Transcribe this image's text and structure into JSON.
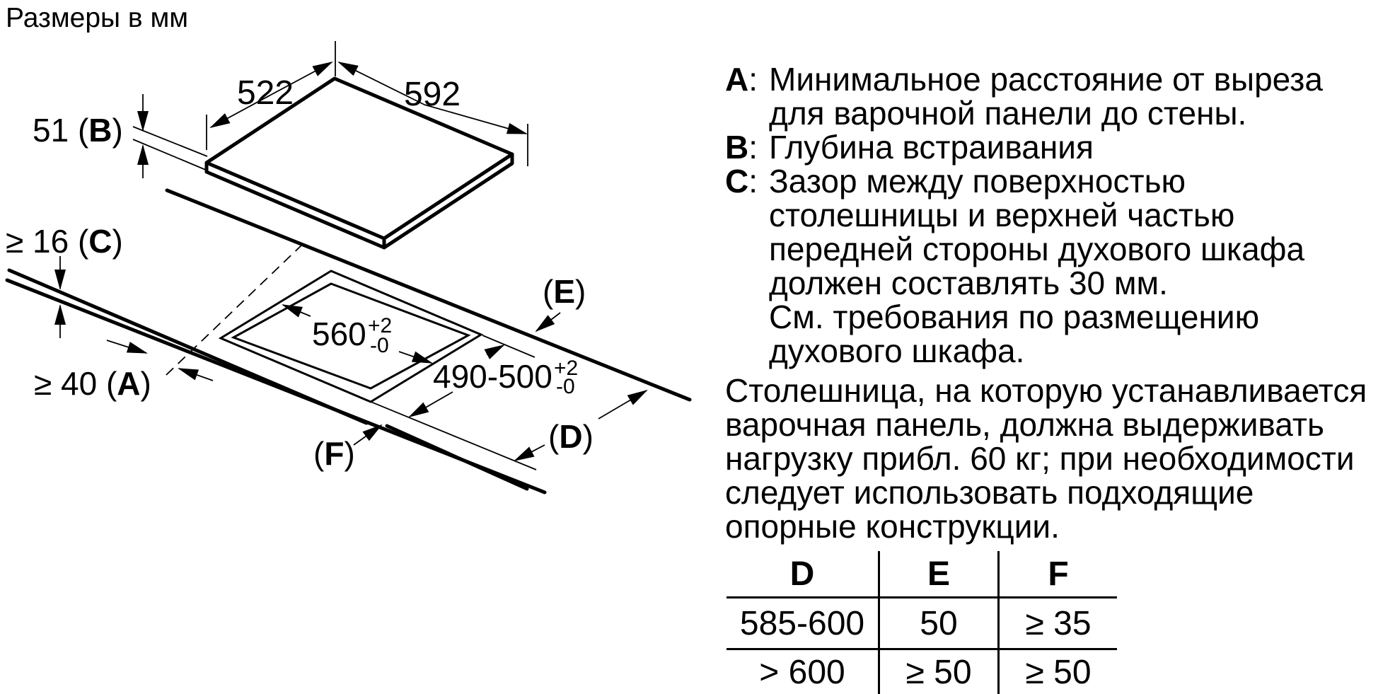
{
  "title": "Размеры в мм",
  "diagram": {
    "dims": {
      "panel_width": "522",
      "panel_depth": "592",
      "panel_thickness": {
        "prefix": "51 (",
        "letter": "B",
        "suffix": ")"
      },
      "worktop_thickness": {
        "prefix": "≥ 16 (",
        "letter": "C",
        "suffix": ")"
      },
      "wall_distance": {
        "prefix": "≥ 40 (",
        "letter": "A",
        "suffix": ")"
      },
      "cutout_width": {
        "value": "560",
        "sup": "+2",
        "sub": "-0"
      },
      "cutout_depth": {
        "value": "490-500",
        "sup": "+2",
        "sub": "-0"
      },
      "label_e": {
        "prefix": "(",
        "letter": "E",
        "suffix": ")"
      },
      "label_d": {
        "prefix": "(",
        "letter": "D",
        "suffix": ")"
      },
      "label_f": {
        "prefix": "(",
        "letter": "F",
        "suffix": ")"
      }
    }
  },
  "legend": {
    "items": [
      {
        "letter": "A",
        "colon": ":",
        "text": "Минимальное расстояние от выреза\nдля варочной панели до стены."
      },
      {
        "letter": "B",
        "colon": ":",
        "text": "Глубина встраивания"
      },
      {
        "letter": "C",
        "colon": ":",
        "text": "Зазор между поверхностью\nстолешницы и верхней частью\nпередней стороны духового шкафа\nдолжен составлять 30 мм.\nСм. требования по размещению\nдухового шкафа."
      }
    ]
  },
  "note": "Столешница, на которую устанавливается\nварочная панель, должна выдерживать\nнагрузку прибл. 60 кг; при необходимости\nследует использовать подходящие\nопорные конструкции.",
  "table": {
    "headers": [
      "D",
      "E",
      "F"
    ],
    "rows": [
      [
        "585-600",
        "50",
        "≥ 35"
      ],
      [
        "> 600",
        "≥ 50",
        "≥ 50"
      ]
    ]
  },
  "colors": {
    "ink": "#000000",
    "background": "#ffffff"
  }
}
